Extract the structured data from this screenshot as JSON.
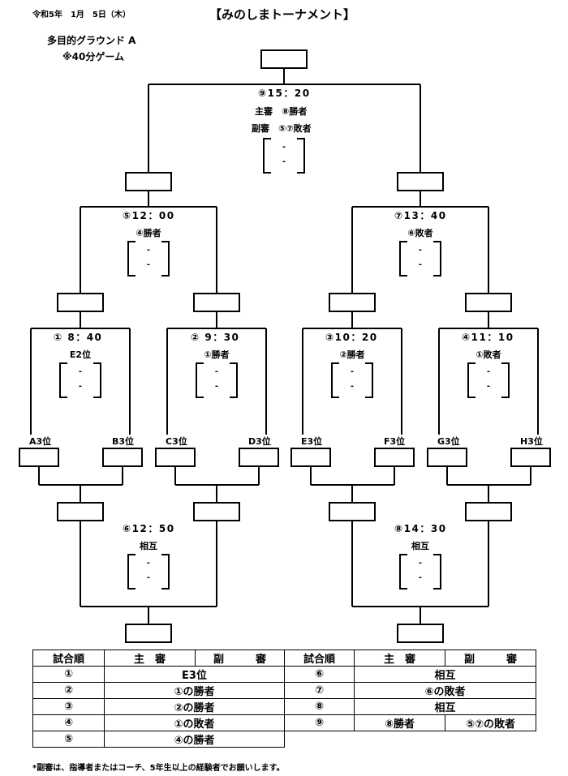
{
  "header": {
    "date": "令和5年　1月　5日（木）",
    "title": "【みのしまトーナメント】",
    "venue": "多目的グラウンド A",
    "game_length": "※40分ゲーム"
  },
  "matches": {
    "m1": {
      "time": "① 8：40",
      "condition": "E2位",
      "dash": "-"
    },
    "m2": {
      "time": "② 9：30",
      "condition": "①勝者",
      "dash": "-"
    },
    "m3": {
      "time": "③10：20",
      "condition": "②勝者",
      "dash": "-"
    },
    "m4": {
      "time": "④11：10",
      "condition": "①敗者",
      "dash": "-"
    },
    "m5": {
      "time": "⑤12：00",
      "condition": "④勝者",
      "dash": "-"
    },
    "m6": {
      "time": "⑥12：50",
      "condition": "相互",
      "dash": "-"
    },
    "m7": {
      "time": "⑦13：40",
      "condition": "⑥敗者",
      "dash": "-"
    },
    "m8": {
      "time": "⑧14：30",
      "condition": "相互",
      "dash": "-"
    },
    "m9": {
      "time": "⑨15：20",
      "referee_main": "主審　⑧勝者",
      "referee_sub": "副審　⑤⑦敗者",
      "dash": "-"
    }
  },
  "teams": [
    "A3位",
    "B3位",
    "C3位",
    "D3位",
    "E3位",
    "F3位",
    "G3位",
    "H3位"
  ],
  "schedule": {
    "headers": {
      "order": "試合順",
      "main_ref": "主　審",
      "sub_ref": "副　　　審"
    },
    "rows": [
      {
        "left_no": "①",
        "left_ref": "E3位",
        "right_no": "⑥",
        "right_ref": "相互"
      },
      {
        "left_no": "②",
        "left_ref": "①の勝者",
        "right_no": "⑦",
        "right_ref": "⑥の敗者"
      },
      {
        "left_no": "③",
        "left_ref": "②の勝者",
        "right_no": "⑧",
        "right_ref": "相互"
      },
      {
        "left_no": "④",
        "left_ref": "①の敗者",
        "right_no": "⑨",
        "right_main": "⑧勝者",
        "right_sub": "⑤⑦の敗者"
      },
      {
        "left_no": "⑤",
        "left_ref": "④の勝者"
      }
    ]
  },
  "note": "*副審は、指導者またはコーチ、5年生以上の経験者でお願いします。"
}
